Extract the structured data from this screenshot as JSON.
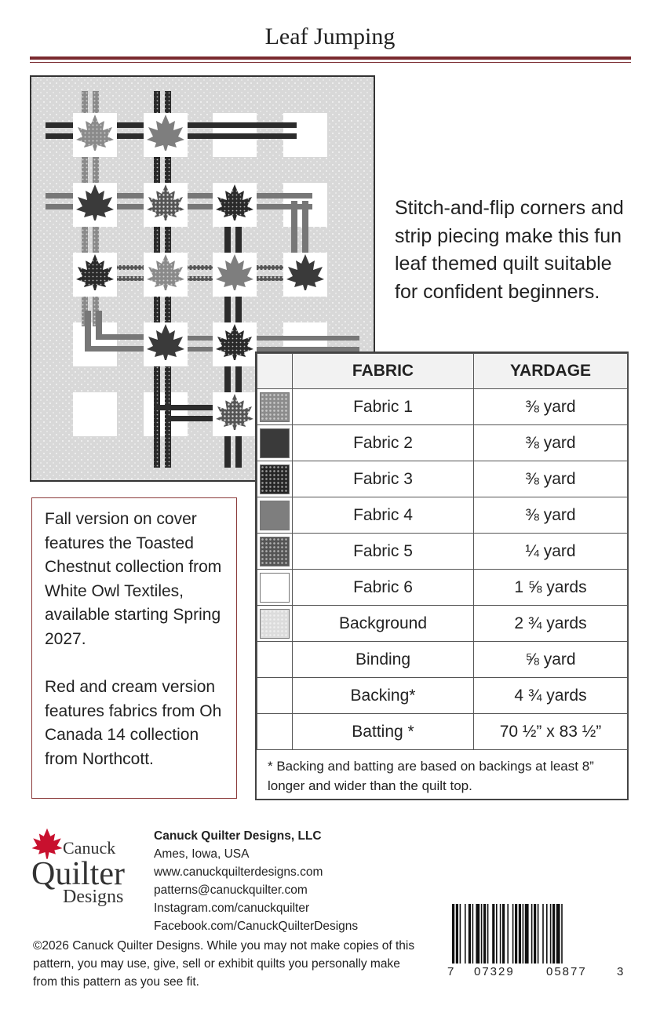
{
  "title": "Leaf Jumping",
  "promo_text": "Stitch-and-flip corners and strip piecing make this fun leaf themed quilt suitable for confident beginners.",
  "table": {
    "headers": [
      "FABRIC",
      "YARDAGE"
    ],
    "rows": [
      {
        "fabric": "Fabric 1",
        "yardage": "⅜ yard",
        "swatch": "#8c8c8c"
      },
      {
        "fabric": "Fabric 2",
        "yardage": "⅜ yard",
        "swatch": "#3a3a3a"
      },
      {
        "fabric": "Fabric 3",
        "yardage": "⅜ yard",
        "swatch": "#262626"
      },
      {
        "fabric": "Fabric 4",
        "yardage": "⅜ yard",
        "swatch": "#7e7e7e"
      },
      {
        "fabric": "Fabric 5",
        "yardage": "¼ yard",
        "swatch": "#555555"
      },
      {
        "fabric": "Fabric 6",
        "yardage": "1 ⅝ yards",
        "swatch": "#ffffff"
      },
      {
        "fabric": "Background",
        "yardage": "2 ¾ yards",
        "swatch": "#dcdcdc"
      },
      {
        "fabric": "Binding",
        "yardage": "⅝ yard",
        "swatch": ""
      },
      {
        "fabric": "Backing*",
        "yardage": "4 ¾ yards",
        "swatch": ""
      },
      {
        "fabric": "Batting *",
        "yardage": "70 ½” x 83 ½”",
        "swatch": ""
      }
    ],
    "note": "* Backing and batting are based on backings at least 8” longer and wider than the quilt top."
  },
  "cover_box": {
    "para1": "Fall version on cover features the Toasted Chestnut collection from White Owl Textiles, available starting Spring 2027.",
    "para2": "Red and cream version features fabrics from Oh Canada 14 collection from Northcott."
  },
  "logo": {
    "line1": "Canuck",
    "line2": "Quilter",
    "line3": "Designs",
    "icon": "maple-leaf-icon",
    "icon_color": "#c8102e"
  },
  "contact": {
    "company": "Canuck Quilter Designs, LLC",
    "location": "Ames, Iowa, USA",
    "website": "www.canuckquilterdesigns.com",
    "email": "patterns@canuckquilter.com",
    "instagram": "Instagram.com/canuckquilter",
    "facebook": "Facebook.com/CanuckQuilterDesigns"
  },
  "copyright": "©2026 Canuck Quilter Designs.  While  you may not make copies of this pattern, you may use, give, sell or exhibit  quilts you personally make from this pattern as  you see fit.",
  "barcode": {
    "first": "7",
    "group1": "07329",
    "group2": "05877",
    "check": "3"
  },
  "colors": {
    "accent": "#7a2a2f",
    "quilt_background": "#d9d9d9"
  }
}
